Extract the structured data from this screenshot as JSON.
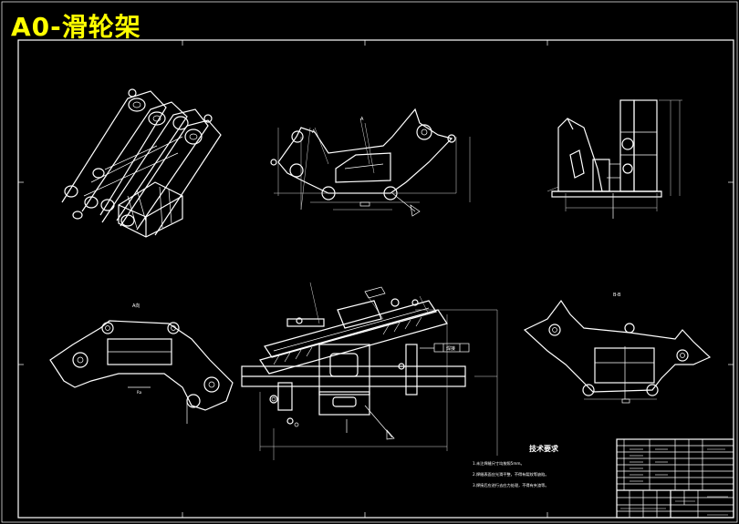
{
  "drawing": {
    "title": "A0-滑轮架",
    "tech_requirements": {
      "heading": "技术要求",
      "items": [
        "1.未注焊缝尺寸均按照5mm。",
        "2.焊缝表面应光滑平整，不得有裂纹等缺陷。",
        "3.焊接后应进行去应力处理，不得有夹渣等。"
      ]
    },
    "annotations": {
      "weld_symbol": "焊接",
      "left_view_label": "A向",
      "right_view_label": "B-B"
    },
    "colors": {
      "background": "#000000",
      "lines": "#ffffff",
      "title": "#ffff00"
    }
  }
}
